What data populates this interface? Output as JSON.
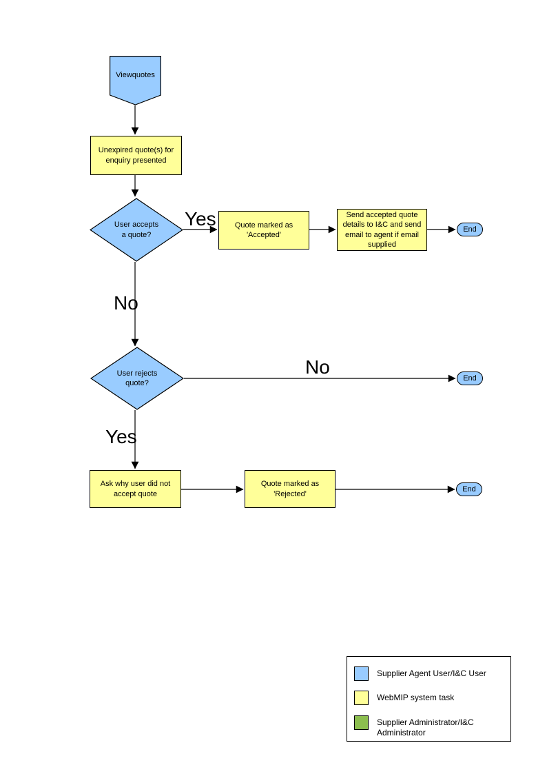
{
  "diagram": {
    "start": {
      "label": "Viewquotes"
    },
    "process_unexpired": {
      "label": "Unexpired quote(s) for\nenquiry presented"
    },
    "decision_accepts": {
      "label": "User accepts\na quote?"
    },
    "process_marked_accepted": {
      "label": "Quote  marked as\n'Accepted'"
    },
    "process_send_details": {
      "label": "Send accepted quote\ndetails to I&C and send\nemail to agent if email\nsupplied"
    },
    "decision_rejects": {
      "label": "User rejects\nquote?"
    },
    "process_ask_why": {
      "label": "Ask why user did not\naccept quote"
    },
    "process_marked_rejected": {
      "label": "Quote  marked as\n'Rejected'"
    },
    "end1": {
      "label": "End"
    },
    "end2": {
      "label": "End"
    },
    "end3": {
      "label": "End"
    },
    "edge_labels": {
      "accepts_yes": "Yes",
      "accepts_no": "No",
      "rejects_no": "No",
      "rejects_yes": "Yes"
    },
    "colors": {
      "actor_blue": "#99CCFF",
      "task_yellow": "#FFFF99",
      "admin_green": "#8CBE4F",
      "outline": "#000000"
    }
  },
  "legend": {
    "items": [
      {
        "swatch_color": "#99CCFF",
        "label": "Supplier Agent User/I&C User"
      },
      {
        "swatch_color": "#FFFF99",
        "label": "WebMIP system task"
      },
      {
        "swatch_color": "#8CBE4F",
        "label": "Supplier Administrator/I&C\nAdministrator"
      }
    ]
  }
}
